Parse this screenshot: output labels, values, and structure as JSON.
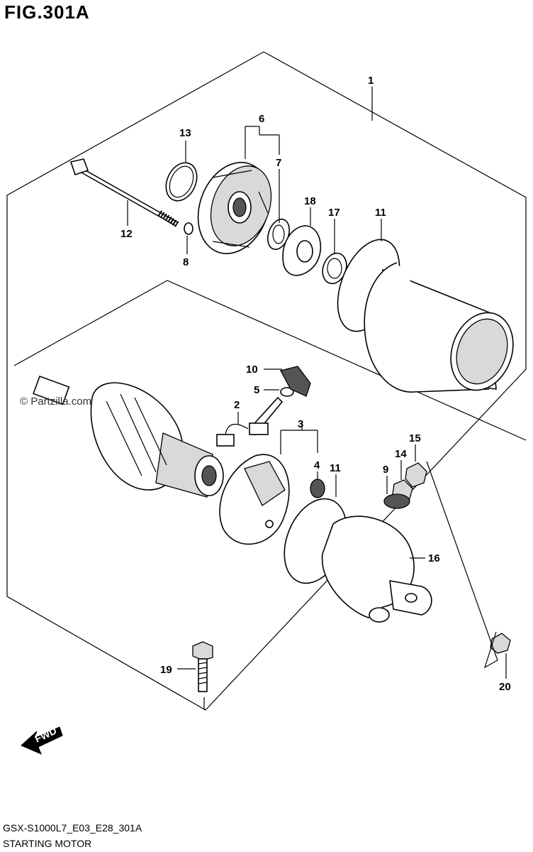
{
  "figure": {
    "title": "FIG.301A",
    "code": "GSX-S1000L7_E03_E28_301A",
    "name": "STARTING MOTOR",
    "watermark": "© Partzilla.com",
    "direction_badge": "FWD"
  },
  "callouts": [
    {
      "id": "1",
      "label": "1"
    },
    {
      "id": "2",
      "label": "2"
    },
    {
      "id": "3",
      "label": "3"
    },
    {
      "id": "4",
      "label": "4"
    },
    {
      "id": "5",
      "label": "5"
    },
    {
      "id": "6",
      "label": "6"
    },
    {
      "id": "7",
      "label": "7"
    },
    {
      "id": "8",
      "label": "8"
    },
    {
      "id": "9",
      "label": "9"
    },
    {
      "id": "10",
      "label": "10"
    },
    {
      "id": "11a",
      "label": "11"
    },
    {
      "id": "11b",
      "label": "11"
    },
    {
      "id": "12",
      "label": "12"
    },
    {
      "id": "13",
      "label": "13"
    },
    {
      "id": "14",
      "label": "14"
    },
    {
      "id": "15",
      "label": "15"
    },
    {
      "id": "16",
      "label": "16"
    },
    {
      "id": "17",
      "label": "17"
    },
    {
      "id": "18",
      "label": "18"
    },
    {
      "id": "19",
      "label": "19"
    },
    {
      "id": "20",
      "label": "20"
    }
  ]
}
